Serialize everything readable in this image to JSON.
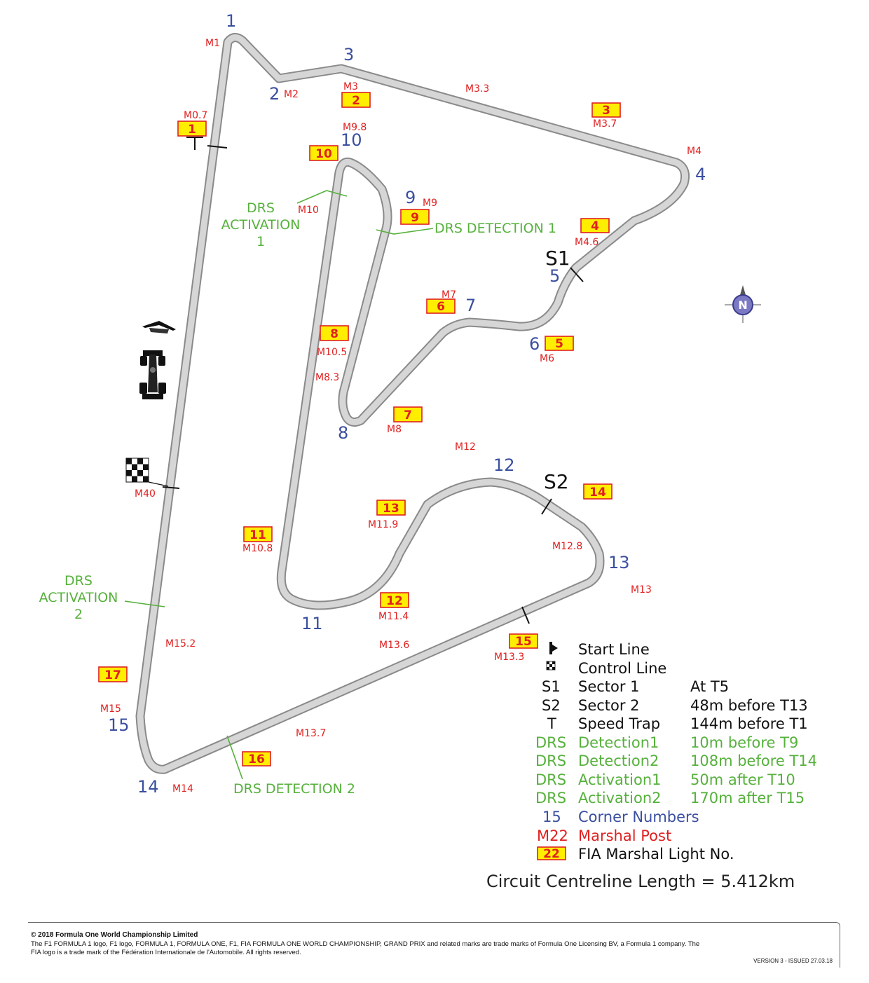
{
  "map": {
    "corners": [
      "1",
      "2",
      "3",
      "4",
      "5",
      "6",
      "7",
      "8",
      "9",
      "10",
      "11",
      "12",
      "13",
      "14",
      "15"
    ],
    "marshal_posts": [
      "M1",
      "M2",
      "M3",
      "M3.3",
      "M3.7",
      "M4",
      "M4.6",
      "M6",
      "M7",
      "M8",
      "M8.3",
      "M9",
      "M9.8",
      "M10",
      "M10.5",
      "M10.8",
      "M11.4",
      "M11.9",
      "M12",
      "M12.8",
      "M13",
      "M13.3",
      "M13.6",
      "M13.7",
      "M14",
      "M15",
      "M15.2",
      "M40",
      "M0.7"
    ],
    "marshal_lights": [
      "1",
      "2",
      "3",
      "4",
      "5",
      "6",
      "7",
      "8",
      "9",
      "10",
      "11",
      "12",
      "13",
      "14",
      "15",
      "16",
      "17"
    ],
    "sectors": [
      "S1",
      "S2"
    ],
    "drs": {
      "activation1": [
        "DRS",
        "ACTIVATION",
        "1"
      ],
      "activation2": [
        "DRS",
        "ACTIVATION",
        "2"
      ],
      "detection1": "DRS DETECTION 1",
      "detection2": "DRS DETECTION 2"
    },
    "compass": "N",
    "colors": {
      "corner": "#3b4fa0",
      "marshal": "#e02020",
      "drs": "#56b13c",
      "light_fill": "#ffee00",
      "track": "#c8c8c8"
    }
  },
  "legend": [
    {
      "key_icon": "start-line-icon",
      "label": "Start Line",
      "detail": "",
      "color": "black"
    },
    {
      "key_icon": "checkered-flag-icon",
      "label": "Control Line",
      "detail": "",
      "color": "black"
    },
    {
      "key": "S1",
      "label": "Sector 1",
      "detail": "At T5",
      "color": "black"
    },
    {
      "key": "S2",
      "label": "Sector 2",
      "detail": "48m before T13",
      "color": "black"
    },
    {
      "key": "T",
      "label": "Speed Trap",
      "detail": "144m before T1",
      "color": "black"
    },
    {
      "key": "DRS",
      "label": "Detection1",
      "detail": "10m before T9",
      "color": "green"
    },
    {
      "key": "DRS",
      "label": "Detection2",
      "detail": "108m before T14",
      "color": "green"
    },
    {
      "key": "DRS",
      "label": "Activation1",
      "detail": "50m after T10",
      "color": "green"
    },
    {
      "key": "DRS",
      "label": "Activation2",
      "detail": "170m after T15",
      "color": "green"
    },
    {
      "key": "15",
      "label": "Corner Numbers",
      "detail": "",
      "color": "blue"
    },
    {
      "key": "M22",
      "label": "Marshal Post",
      "detail": "",
      "color": "red"
    },
    {
      "key": "22",
      "label": "FIA Marshal Light No.",
      "detail": "",
      "color": "black",
      "key_style": "box"
    }
  ],
  "centreline": "Circuit Centreline Length = 5.412km",
  "footer": {
    "copyright": "© 2018 Formula One World Championship Limited",
    "trademark": "The F1 FORMULA 1 logo, F1 logo, FORMULA 1, FORMULA ONE, F1, FIA FORMULA ONE WORLD CHAMPIONSHIP, GRAND PRIX and related marks are trade marks of Formula One Licensing BV, a Formula 1 company. The FIA logo is a trade mark of the Fédération Internationale de l'Automobile. All rights reserved.",
    "version": "VERSION 3 - ISSUED 27.03.18"
  }
}
